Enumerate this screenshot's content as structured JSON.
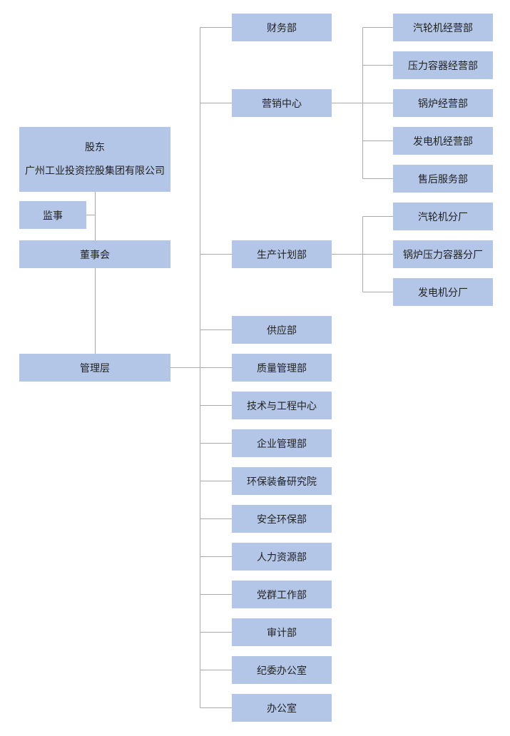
{
  "shareholder": {
    "title": "股东",
    "name": "广州工业投资控股集团有限公司"
  },
  "supervisor": "监事",
  "board": "董事会",
  "management": "管理层",
  "departments": [
    "财务部",
    "营销中心",
    "生产计划部",
    "供应部",
    "质量管理部",
    "技术与工程中心",
    "企业管理部",
    "环保装备研究院",
    "安全环保部",
    "人力资源部",
    "党群工作部",
    "审计部",
    "纪委办公室",
    "办公室"
  ],
  "marketing_subunits": [
    "汽轮机经营部",
    "压力容器经营部",
    "锅炉经营部",
    "发电机经营部",
    "售后服务部"
  ],
  "production_subunits": [
    "汽轮机分厂",
    "锅炉压力容器分厂",
    "发电机分厂"
  ],
  "colors": {
    "box_fill": "#b4c6e7",
    "line": "#aaaaaa"
  }
}
